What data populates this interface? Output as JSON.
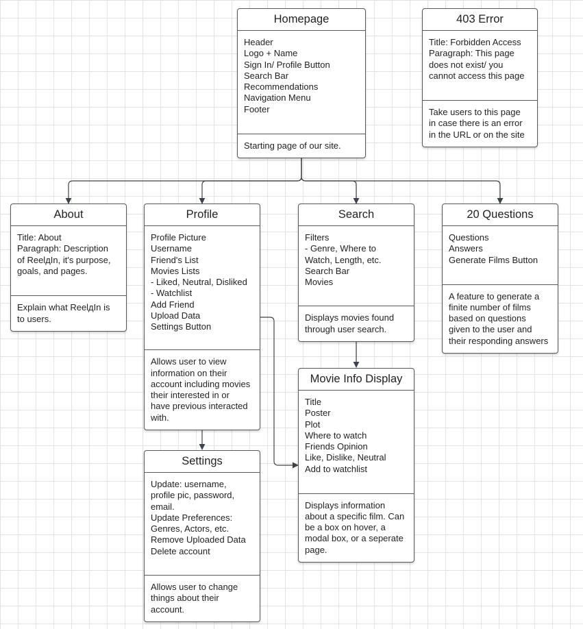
{
  "colors": {
    "box_border": "#55585c",
    "connector": "#3f4246",
    "grid": "#e3e3e3"
  },
  "nodes": {
    "homepage": {
      "title": "Homepage",
      "content": [
        "Header",
        "Logo + Name",
        "Sign In/ Profile Button",
        "Search Bar",
        "Recommendations",
        "Navigation Menu",
        "Footer"
      ],
      "description": [
        "Starting page of our site."
      ]
    },
    "error403": {
      "title": "403 Error",
      "content": [
        "Title: Forbidden Access",
        "Paragraph: This page",
        "does not exist/ you",
        "cannot access this page"
      ],
      "description": [
        "Take users to this page",
        "in case there is an error",
        "in the URL or on the site"
      ]
    },
    "about": {
      "title": "About",
      "content": [
        "Title: About",
        "Paragraph: Description",
        "of ReelдIn, it's purpose,",
        "goals, and pages."
      ],
      "description": [
        "Explain what ReelдIn is",
        "to users."
      ]
    },
    "profile": {
      "title": "Profile",
      "content": [
        "Profile Picture",
        "Username",
        "Friend's List",
        "Movies Lists",
        "- Liked, Neutral, Disliked",
        "- Watchlist",
        "Add Friend",
        "Upload Data",
        "Settings Button"
      ],
      "description": [
        "Allows user to view",
        "information on their",
        "account including movies",
        "their interested in or",
        "have previous interacted",
        "with."
      ]
    },
    "search": {
      "title": "Search",
      "content": [
        "Filters",
        "- Genre, Where to",
        "Watch, Length, etc.",
        "Search Bar",
        "Movies"
      ],
      "description": [
        "Displays movies found",
        "through user search."
      ]
    },
    "questions": {
      "title": "20 Questions",
      "content": [
        "Questions",
        "Answers",
        "Generate Films Button"
      ],
      "description": [
        "A feature to generate a",
        "finite number of films",
        "based on questions",
        "given to the user and",
        "their responding answers"
      ]
    },
    "movie_info": {
      "title": "Movie Info Display",
      "content": [
        "Title",
        "Poster",
        "Plot",
        "Where to watch",
        "Friends Opinion",
        "Like, Dislike, Neutral",
        "Add to watchlist"
      ],
      "description": [
        "Displays information",
        "about a specific film. Can",
        "be a box on hover, a",
        "modal box, or a seperate",
        "page."
      ]
    },
    "settings": {
      "title": "Settings",
      "content": [
        "Update: username,",
        "profile pic, password,",
        "email.",
        "Update Preferences:",
        "Genres, Actors, etc.",
        "Remove Uploaded Data",
        "Delete account"
      ],
      "description": [
        "Allows user to change",
        "things about their",
        "account."
      ]
    }
  },
  "edges": [
    {
      "from": "homepage",
      "to": "about"
    },
    {
      "from": "homepage",
      "to": "profile"
    },
    {
      "from": "homepage",
      "to": "search"
    },
    {
      "from": "homepage",
      "to": "questions"
    },
    {
      "from": "search",
      "to": "movie_info"
    },
    {
      "from": "profile",
      "to": "movie_info"
    },
    {
      "from": "profile",
      "to": "settings"
    }
  ]
}
